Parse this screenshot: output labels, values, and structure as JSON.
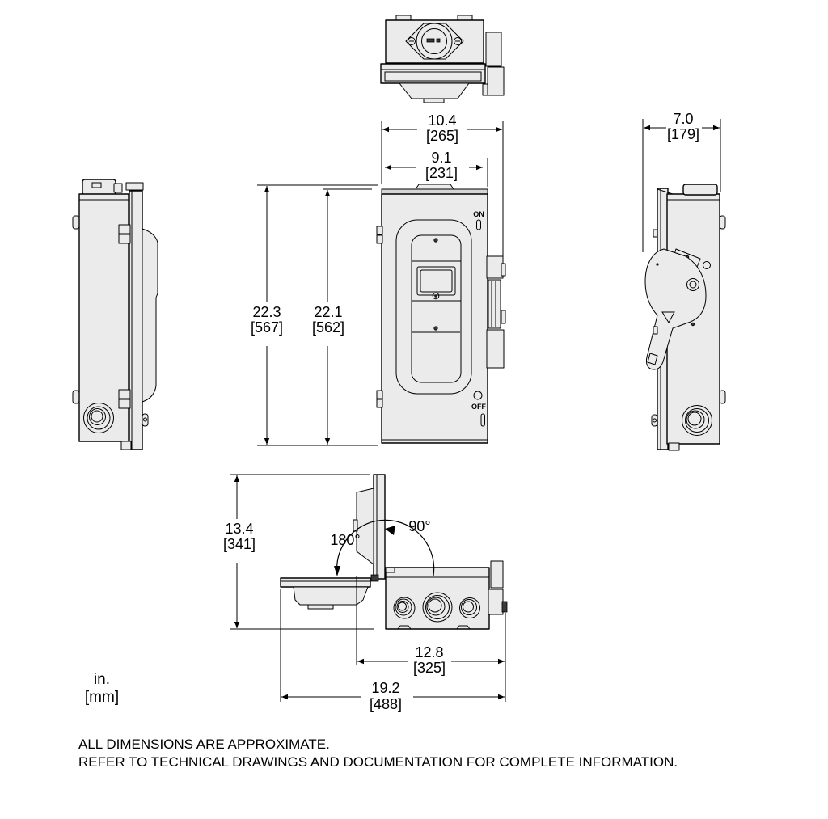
{
  "dimensions": {
    "overall_width": {
      "inches": "10.4",
      "mm": "[265]"
    },
    "enclosure_width": {
      "inches": "9.1",
      "mm": "[231]"
    },
    "depth": {
      "inches": "7.0",
      "mm": "[179]"
    },
    "overall_height": {
      "inches": "22.3",
      "mm": "[567]"
    },
    "enclosure_height": {
      "inches": "22.1",
      "mm": "[562]"
    },
    "door_swing_height": {
      "inches": "13.4",
      "mm": "[341]"
    },
    "open_door_depth": {
      "inches": "12.8",
      "mm": "[325]"
    },
    "open_door_width": {
      "inches": "19.2",
      "mm": "[488]"
    }
  },
  "angles": {
    "full_open": "180°",
    "right_angle_open": "90°"
  },
  "switch_labels": {
    "on": "ON",
    "off": "OFF"
  },
  "units_key": {
    "inches": "in.",
    "millimeters": "[mm]"
  },
  "notes": [
    "ALL DIMENSIONS ARE APPROXIMATE.",
    "REFER TO TECHNICAL DRAWINGS AND DOCUMENTATION FOR COMPLETE INFORMATION."
  ],
  "colors": {
    "background": "#ffffff",
    "line": "#000000",
    "fill": "#ebebeb",
    "fill_dark": "#d4d4d4"
  }
}
